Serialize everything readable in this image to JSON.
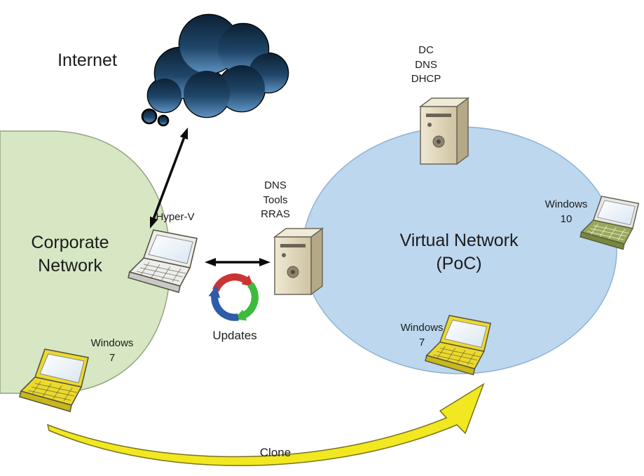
{
  "nodes": {
    "internet": {
      "label": "Internet"
    },
    "corporate_network": {
      "lines": [
        "Corporate",
        "Network"
      ]
    },
    "virtual_network": {
      "lines": [
        "Virtual Network",
        "(PoC)"
      ]
    },
    "dc_server": {
      "lines": [
        "DC",
        "DNS",
        "DHCP"
      ]
    },
    "edge_server": {
      "lines": [
        "DNS",
        "Tools",
        "RRAS"
      ]
    },
    "hyperv_host": {
      "label": "Hyper-V"
    },
    "windows10_client": {
      "lines": [
        "Windows",
        "10"
      ]
    },
    "windows7_corporate": {
      "lines": [
        "Windows",
        "7"
      ]
    },
    "windows7_poc": {
      "lines": [
        "Windows",
        "7"
      ]
    }
  },
  "annotations": {
    "updates": {
      "label": "Updates"
    },
    "clone": {
      "label": "Clone"
    }
  },
  "colors": {
    "corporate_region_fill": "#d7e7c4",
    "virtual_region_fill": "#bdd7ee",
    "cloud_dark": "#0c2136",
    "cloud_light": "#5d90c0",
    "clone_arrow_yellow": "#f2e821",
    "updates_blue": "#2e5ca8",
    "updates_red": "#c93535",
    "updates_green": "#3dbb3d",
    "laptop_yellow": "#ecd92e",
    "server_beige": "#e7dec6"
  }
}
